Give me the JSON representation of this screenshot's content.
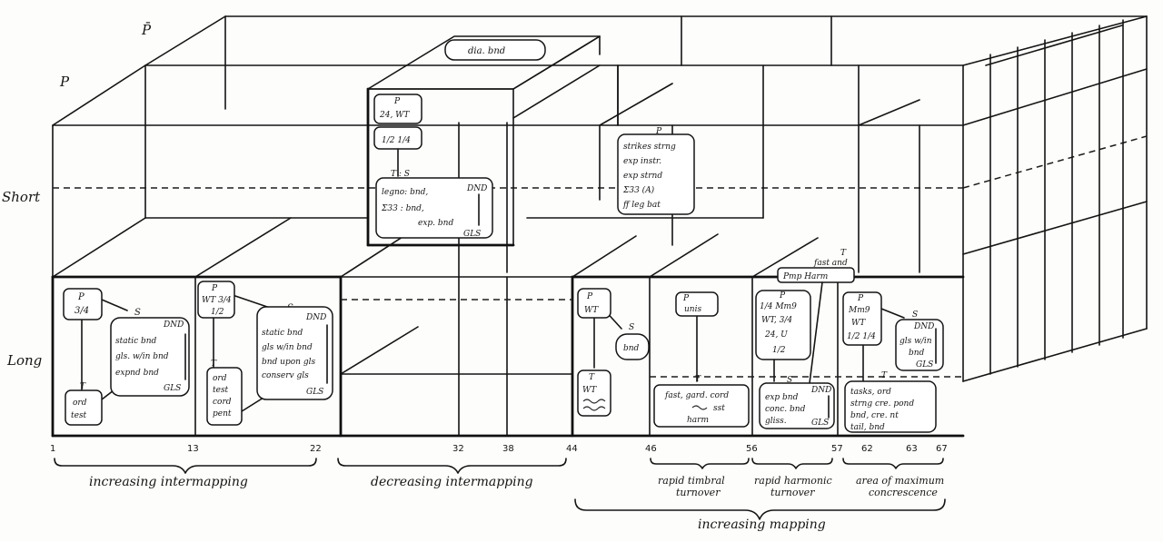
{
  "axis": {
    "p_bar": "P̄",
    "p": "P",
    "short": "Short",
    "long": "Long"
  },
  "boxes": {
    "seg1": {
      "p": "P",
      "p_val": "3/4",
      "s": "S",
      "dnd": "DND",
      "s_lines": [
        "static bnd",
        "gls. w/in bnd",
        "expnd bnd"
      ],
      "gls": "GLS",
      "t": "T",
      "t_lines": [
        "ord",
        "test"
      ]
    },
    "seg2": {
      "p": "P",
      "p_val": "WT 3/4",
      "p_val2": "1/2",
      "s": "S",
      "dnd": "DND",
      "s_lines": [
        "static bnd",
        "gls w/in bnd",
        "bnd upon gls",
        "conserv gls"
      ],
      "gls": "GLS",
      "t": "T",
      "t_lines": [
        "ord",
        "test",
        "cord",
        "pent"
      ]
    },
    "upper": {
      "p": "P",
      "p_val": "24, WT",
      "p_val2": "1/2   1/4",
      "ts_head": "T  :  S",
      "ts1": "legno: bnd,",
      "ts2": "Σ33 : bnd,",
      "ts3": "exp. bnd",
      "dnd": "DND",
      "gls": "GLS"
    },
    "top_label": "dia. bnd",
    "strikes": {
      "p": "P",
      "lines": [
        "strikes strng",
        "exp instr.",
        "exp strnd",
        "Σ33 (A)",
        "ff leg bat"
      ]
    },
    "seg4a": {
      "p": "P",
      "p_val": "WT",
      "s": "S",
      "s_val": "bnd",
      "t": "T",
      "t_val": "WT"
    },
    "seg4b": {
      "p": "P",
      "p_val": "unis",
      "t": "T",
      "lines": [
        "fast, gard. cord",
        "sst",
        "harm"
      ]
    },
    "seg4c": {
      "p": "P",
      "p_val1": "1/4 Mm9",
      "p_val2": "WT, 3/4",
      "p_val3": "24, U",
      "p_val4": "1/2",
      "t_top": "T",
      "t_top_lines": [
        "fast and",
        "Pmp Harm"
      ],
      "s": "S",
      "dnd": "DND",
      "lines": [
        "exp bnd",
        "conc. bnd",
        "gliss."
      ],
      "gls": "GLS"
    },
    "seg4d": {
      "p": "P",
      "p_val1": "Mm9",
      "p_val2": "WT",
      "p_val3": "1/2  1/4",
      "s": "S",
      "dnd": "DND",
      "s_lines": [
        "gls w/in",
        "bnd"
      ],
      "gls": "GLS",
      "t": "T",
      "lines": [
        "tasks, ord",
        "strng cre. pond",
        "bnd, cre. nt",
        "tail, bnd"
      ]
    }
  },
  "ticks": [
    "1",
    "13",
    "22",
    "32",
    "38",
    "44",
    "46",
    "56",
    "57",
    "62",
    "63",
    "67"
  ],
  "captions": {
    "increasing_intermapping": "increasing intermapping",
    "decreasing_intermapping": "decreasing intermapping",
    "rapid_timbral": "rapid timbral",
    "rapid_timbral_2": "turnover",
    "rapid_harmonic": "rapid harmonic",
    "rapid_harmonic_2": "turnover",
    "area_max": "area of maximum",
    "area_max_2": "concrescence",
    "increasing_mapping": "increasing mapping"
  }
}
